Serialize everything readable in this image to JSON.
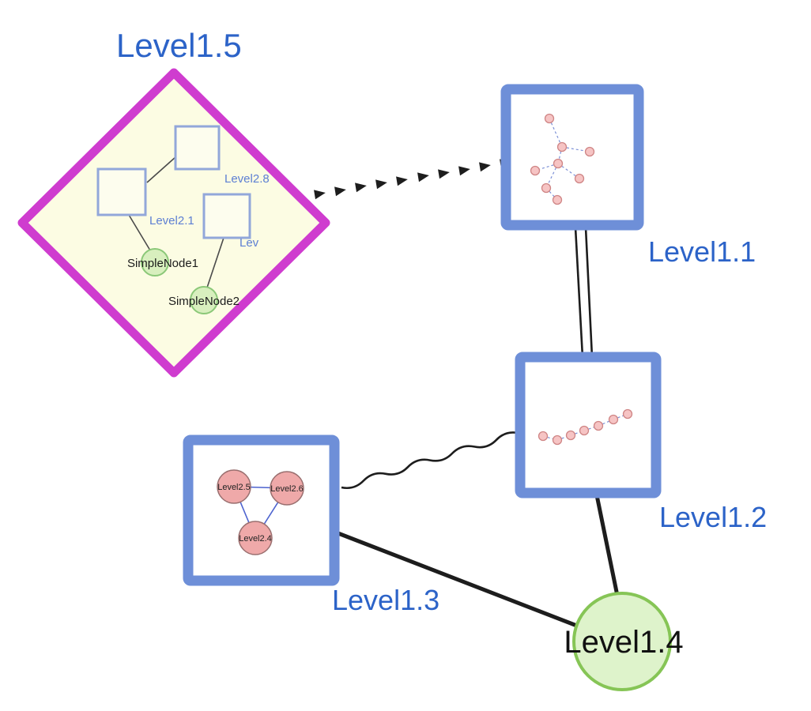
{
  "labels": {
    "level11": "Level1.1",
    "level12": "Level1.2",
    "level13": "Level1.3",
    "level14": "Level1.4",
    "level15": "Level1.5"
  },
  "diamond_children": {
    "level28": "Level2.8",
    "level21": "Level2.1",
    "lev_truncated": "Lev",
    "simplenode1": "SimpleNode1",
    "simplenode2": "SimpleNode2"
  },
  "level13_children": {
    "level25": "Level2.5",
    "level26": "Level2.6",
    "level24": "Level2.4"
  },
  "colors": {
    "label_blue": "#2c63c8",
    "diamond_border_magenta": "#cf3ccf",
    "diamond_fill_yellow": "#fcfce3",
    "group_node_border_blue": "#6e8fd8",
    "green_node_fill": "#d8efbe",
    "green_node_border": "#8bc878",
    "big_green_fill": "#def3cb",
    "big_green_border": "#86c556",
    "pink_node_fill": "#f6c4c4",
    "edge_black": "#1d1d1d"
  },
  "graph": {
    "nodes": [
      {
        "label": "Level1.5",
        "shape": "diamond-group",
        "children": [
          "Level2.8",
          "Level2.1",
          "Lev",
          "SimpleNode1",
          "SimpleNode2"
        ]
      },
      {
        "label": "Level1.1",
        "shape": "square-group"
      },
      {
        "label": "Level1.2",
        "shape": "square-group"
      },
      {
        "label": "Level1.3",
        "shape": "square-group",
        "children": [
          "Level2.5",
          "Level2.6",
          "Level2.4"
        ]
      },
      {
        "label": "Level1.4",
        "shape": "circle"
      }
    ],
    "edges": [
      {
        "from": "Level1.5",
        "to": "Level1.1",
        "style": "dashed-arrow-chain"
      },
      {
        "from": "Level1.1",
        "to": "Level1.2",
        "style": "double-parallel-line"
      },
      {
        "from": "Level1.3",
        "to": "Level1.2",
        "style": "wavy-line"
      },
      {
        "from": "Level1.3",
        "to": "Level1.4",
        "style": "solid-line"
      },
      {
        "from": "Level1.2",
        "to": "Level1.4",
        "style": "solid-line"
      }
    ]
  }
}
